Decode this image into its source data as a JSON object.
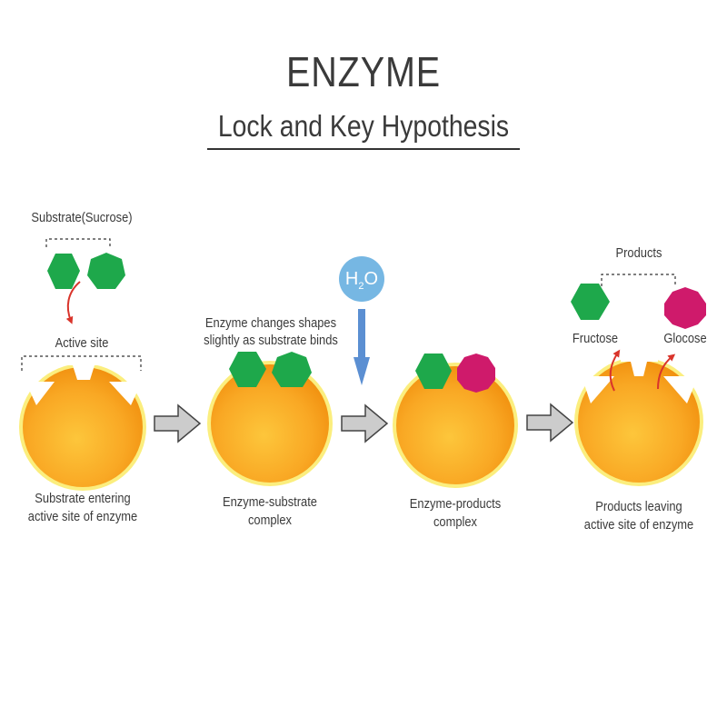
{
  "title": "ENZYME",
  "subtitle": "Lock and Key Hypothesis",
  "stages": [
    {
      "caption": [
        "Substrate entering",
        "active site of enzyme"
      ]
    },
    {
      "caption": [
        "Enzyme-substrate",
        "complex"
      ]
    },
    {
      "caption": [
        "Enzyme-products",
        "complex"
      ]
    },
    {
      "caption": [
        "Products leaving",
        "active site of enzyme"
      ]
    }
  ],
  "labels": {
    "substrate": "Substrate(Sucrose)",
    "active_site": "Active site",
    "enzyme_change": [
      "Enzyme changes shapes",
      "slightly as substrate binds"
    ],
    "products": "Products",
    "fructose": "Fructose",
    "glucose": "Glocose"
  },
  "water": {
    "symbol": "H",
    "subscript": "2",
    "atom": "O"
  },
  "colors": {
    "enzyme_core": "#f7a21e",
    "enzyme_light": "#fcc43c",
    "enzyme_rim": "#fbee7e",
    "green_molecule": "#1ea84b",
    "magenta_molecule": "#cf1a6b",
    "water_circle": "#76b7e3",
    "water_arrow": "#5b8fd2",
    "red_arrow": "#d9342b",
    "gray_arrow": "#cccccc"
  }
}
